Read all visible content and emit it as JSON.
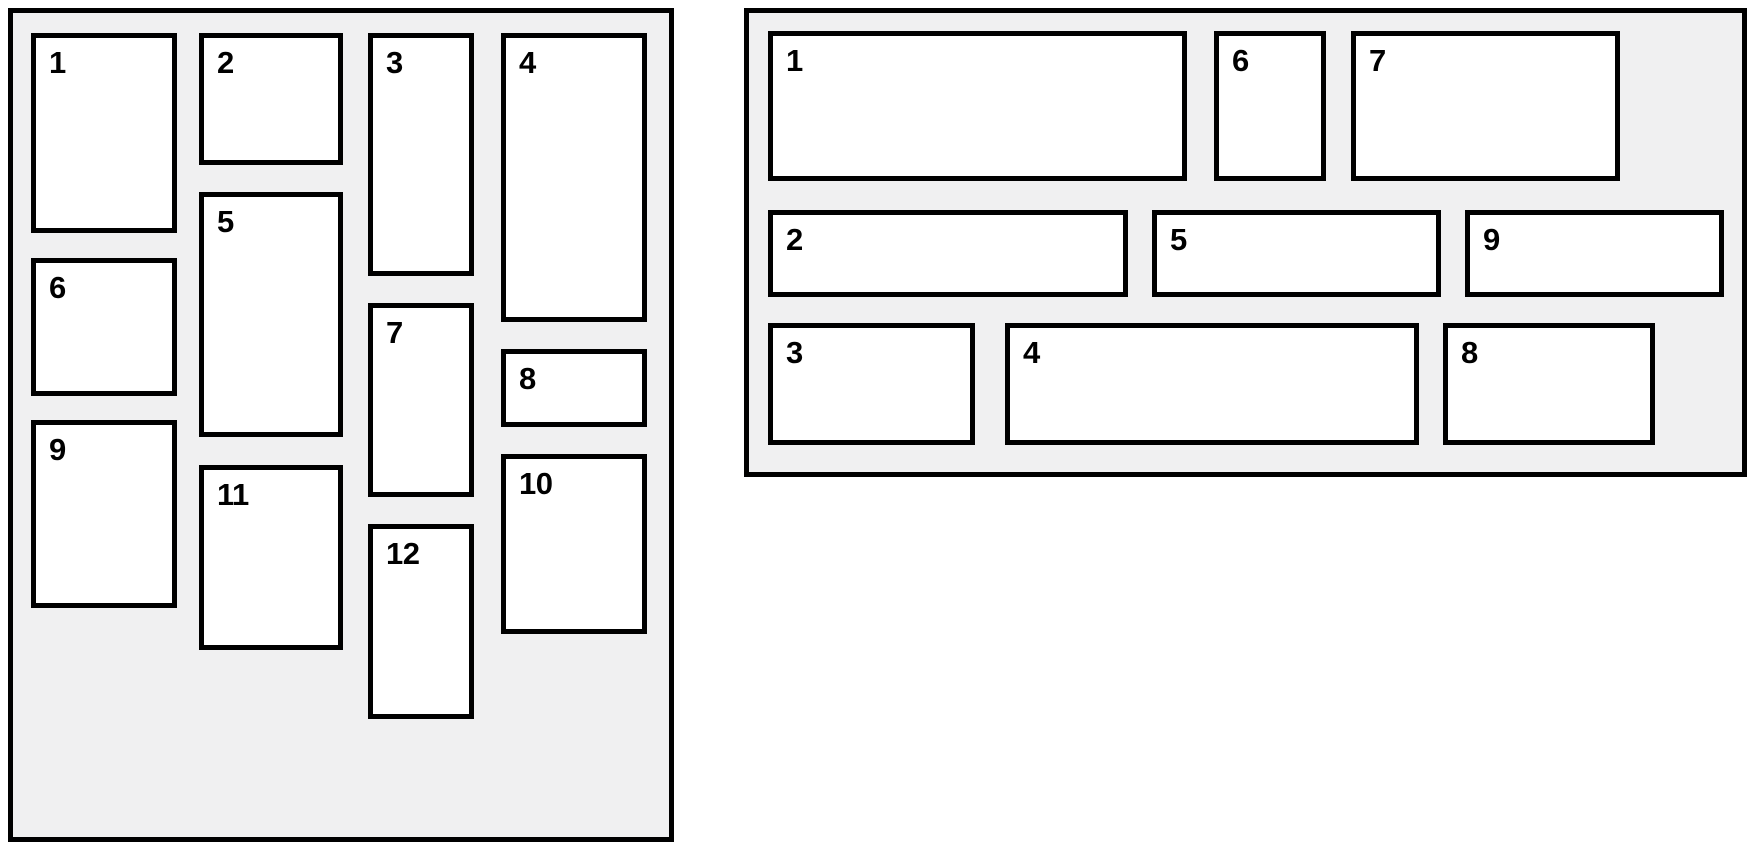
{
  "colors": {
    "page_background": "#ffffff",
    "panel_background": "#f0f0f1",
    "box_background": "#ffffff",
    "border": "#000000",
    "number_text": "#000000"
  },
  "left_panel": {
    "items": [
      "1",
      "2",
      "3",
      "4",
      "5",
      "6",
      "7",
      "8",
      "9",
      "10",
      "11",
      "12"
    ]
  },
  "right_panel": {
    "items": [
      "1",
      "2",
      "3",
      "4",
      "5",
      "6",
      "7",
      "8",
      "9"
    ]
  }
}
